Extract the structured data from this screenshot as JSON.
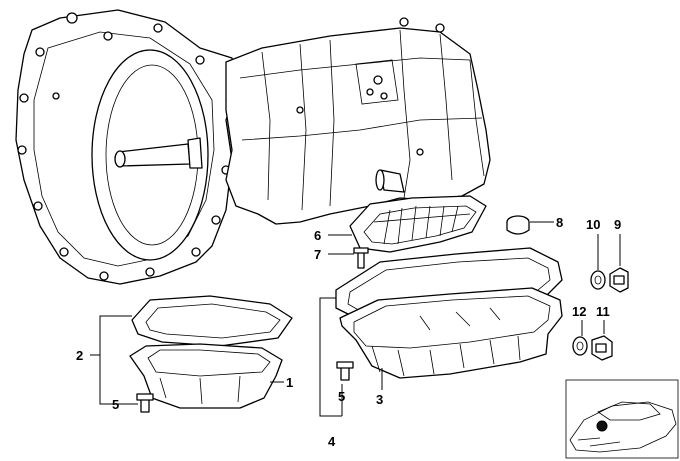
{
  "callouts": [
    {
      "id": "1",
      "text": "1"
    },
    {
      "id": "2",
      "text": "2"
    },
    {
      "id": "3",
      "text": "3"
    },
    {
      "id": "4",
      "text": "4"
    },
    {
      "id": "5a",
      "text": "5"
    },
    {
      "id": "5b",
      "text": "5"
    },
    {
      "id": "6",
      "text": "6"
    },
    {
      "id": "7",
      "text": "7"
    },
    {
      "id": "8",
      "text": "8"
    },
    {
      "id": "9",
      "text": "9"
    },
    {
      "id": "10",
      "text": "10"
    },
    {
      "id": "11",
      "text": "11"
    },
    {
      "id": "12",
      "text": "12"
    }
  ],
  "colors": {
    "line": "#000000",
    "background": "#ffffff"
  },
  "thumbnail": {
    "icon": "car-thumbnail-icon",
    "marker_color": "#000000"
  }
}
